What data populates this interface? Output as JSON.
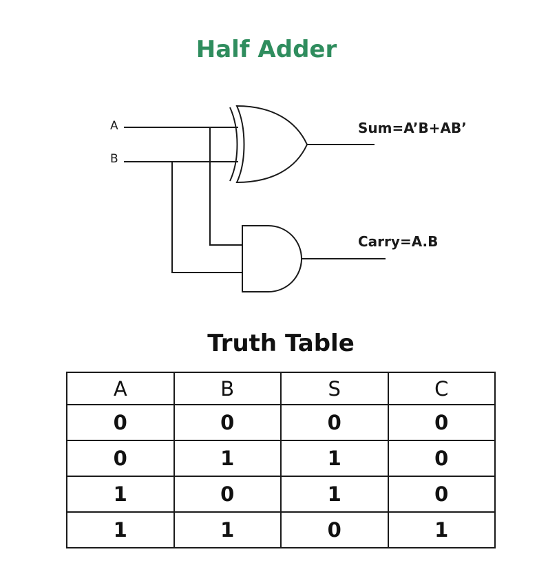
{
  "title": "Half Adder",
  "circuit": {
    "inputs": [
      "A",
      "B"
    ],
    "outputs": {
      "sum": "Sum=A’B+AB’",
      "carry": "Carry=A.B"
    },
    "gates": [
      "xor-gate",
      "and-gate"
    ],
    "line_color": "#1a1a1a"
  },
  "truth_table": {
    "title": "Truth Table",
    "headers": [
      "A",
      "B",
      "S",
      "C"
    ],
    "rows": [
      [
        "0",
        "0",
        "0",
        "0"
      ],
      [
        "0",
        "1",
        "1",
        "0"
      ],
      [
        "1",
        "0",
        "1",
        "0"
      ],
      [
        "1",
        "1",
        "0",
        "1"
      ]
    ]
  },
  "colors": {
    "title": "#2f8d5e",
    "text": "#111111"
  }
}
